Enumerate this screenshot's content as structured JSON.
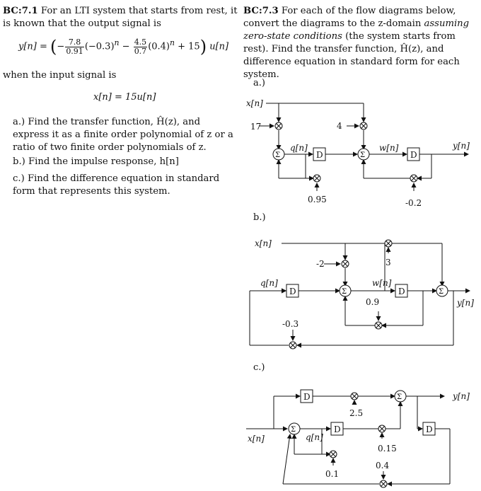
{
  "problem1": {
    "id": "BC:7.1",
    "intro": "For an LTI system that starts from rest, it is known that the output signal is",
    "output_eq": {
      "lhs": "y[n] =",
      "f1_num": "7.8",
      "f1_den": "0.91",
      "term1": "(−0.3)",
      "f2_num": "4.5",
      "f2_den": "0.7",
      "term2": "(0.4)",
      "exp": "n",
      "tail": "+ 15",
      "u": "u[n]"
    },
    "when": "when the input signal is",
    "input_eq": "x[n] = 15u[n]",
    "items": [
      {
        "label": "a.)",
        "text": "Find the transfer function, Ĥ(z), and express it as a finite order polynomial of z or a ratio of two finite order polynomials of z."
      },
      {
        "label": "b.)",
        "text": "Find the impulse response, h[n]"
      },
      {
        "label": "c.)",
        "text": "Find the difference equation in standard form that represents this system."
      }
    ]
  },
  "problem2": {
    "id": "BC:7.3",
    "intro_a": "For each of the flow diagrams below, convert the diagrams to the z-domain",
    "intro_em": "assuming zero-state conditions",
    "intro_b": "(the system starts from rest). Find the transfer function, Ĥ(z), and difference equation in standard form for each system."
  },
  "diagrams": {
    "a": {
      "label": "a.)",
      "x": "x[n]",
      "q": "q[n]",
      "w": "w[n]",
      "y": "y[n]",
      "g1": "17",
      "g2": "4",
      "g3": "0.95",
      "g4": "-0.2",
      "delay": "D",
      "sum": "Σ"
    },
    "b": {
      "label": "b.)",
      "x": "x[n]",
      "q": "q[n]",
      "w": "w[n]",
      "y": "y[n]",
      "g1": "-2",
      "g2": "3",
      "g3": "0.9",
      "g4": "-0.3",
      "delay": "D",
      "sum": "Σ"
    },
    "c": {
      "label": "c.)",
      "x": "x[n]",
      "q": "q[n]",
      "y": "y[n]",
      "g1": "2.5",
      "g2": "0.15",
      "g3": "0.1",
      "g4": "0.4",
      "delay": "D",
      "sum": "Σ"
    }
  }
}
